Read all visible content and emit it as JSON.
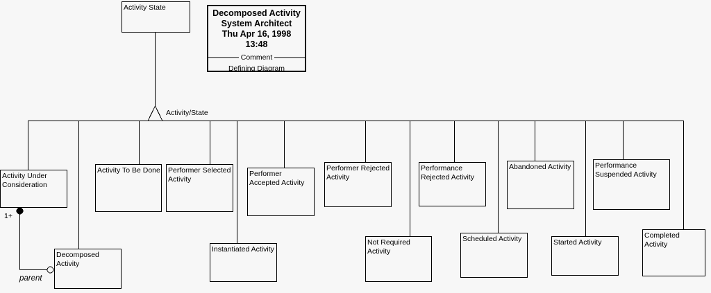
{
  "diagram": {
    "root": {
      "label": "Activity State"
    },
    "junction_label": "Activity/State",
    "title_block": {
      "lines": [
        "Decomposed Activity",
        "System Architect",
        "Thu Apr 16, 1998",
        "13:48"
      ],
      "divider_label": "Comment",
      "footer": "Defining Diagram"
    },
    "relationship": {
      "cardinality": "1+",
      "role": "parent"
    },
    "nodes": [
      {
        "label": "Activity Under Consideration"
      },
      {
        "label": "Decomposed Activity"
      },
      {
        "label": "Activity To Be Done"
      },
      {
        "label": "Performer Selected Activity"
      },
      {
        "label": "Instantiated Activity"
      },
      {
        "label": "Performer Accepted Activity"
      },
      {
        "label": "Performer Rejected Activity"
      },
      {
        "label": "Not Required Activity"
      },
      {
        "label": "Performance Rejected Activity"
      },
      {
        "label": "Scheduled Activity"
      },
      {
        "label": "Abandoned Activity"
      },
      {
        "label": "Started Activity"
      },
      {
        "label": "Performance Suspended Activity"
      },
      {
        "label": "Completed Activity"
      }
    ],
    "colors": {
      "background": "#f7f7f7",
      "line": "#000000",
      "text": "#000000"
    }
  }
}
